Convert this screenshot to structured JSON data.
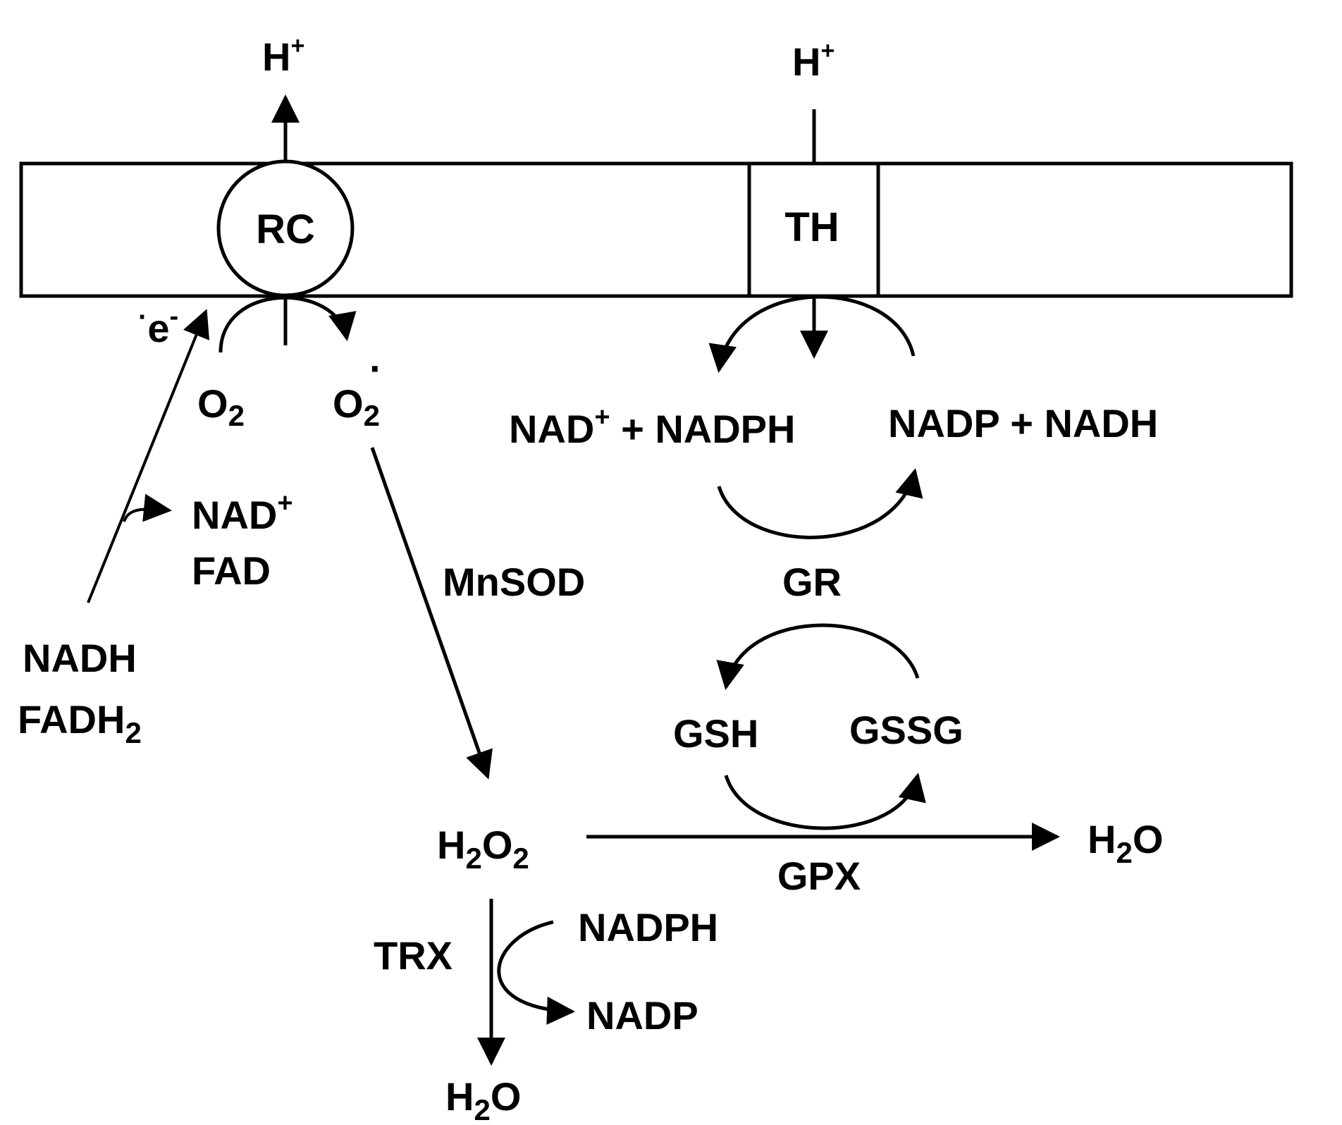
{
  "membrane": {
    "rc_label": "RC",
    "th_label": "TH"
  },
  "labels": {
    "h_plus_left": {
      "base": "H",
      "sup": "+"
    },
    "h_plus_right": {
      "base": "H",
      "sup": "+"
    },
    "electron": {
      "dot": "·",
      "base": "e",
      "sup": "-"
    },
    "o2": {
      "base": "O",
      "sub": "2"
    },
    "superoxide": {
      "base": "O",
      "sub": "2",
      "dot": "·"
    },
    "nad_plus_fad": {
      "line1_base": "NAD",
      "line1_sup": "+",
      "line2": "FAD"
    },
    "nadh_fadh2": {
      "line1": "NADH",
      "line2_base": "FADH",
      "line2_sub": "2"
    },
    "mnsod": "MnSOD",
    "nad_plus_nadph": {
      "part1": "NAD",
      "sup": "+",
      "part2": " + NADPH"
    },
    "nadp_nadh": "NADP + NADH",
    "gr": "GR",
    "gsh": "GSH",
    "gssg": "GSSG",
    "h2o2": {
      "p1": "H",
      "s1": "2",
      "p2": "O",
      "s2": "2"
    },
    "gpx": "GPX",
    "h2o_right": {
      "p1": "H",
      "s1": "2",
      "p2": "O"
    },
    "trx": "TRX",
    "nadph": "NADPH",
    "nadp": "NADP",
    "h2o_bottom": {
      "p1": "H",
      "s1": "2",
      "p2": "O"
    }
  }
}
